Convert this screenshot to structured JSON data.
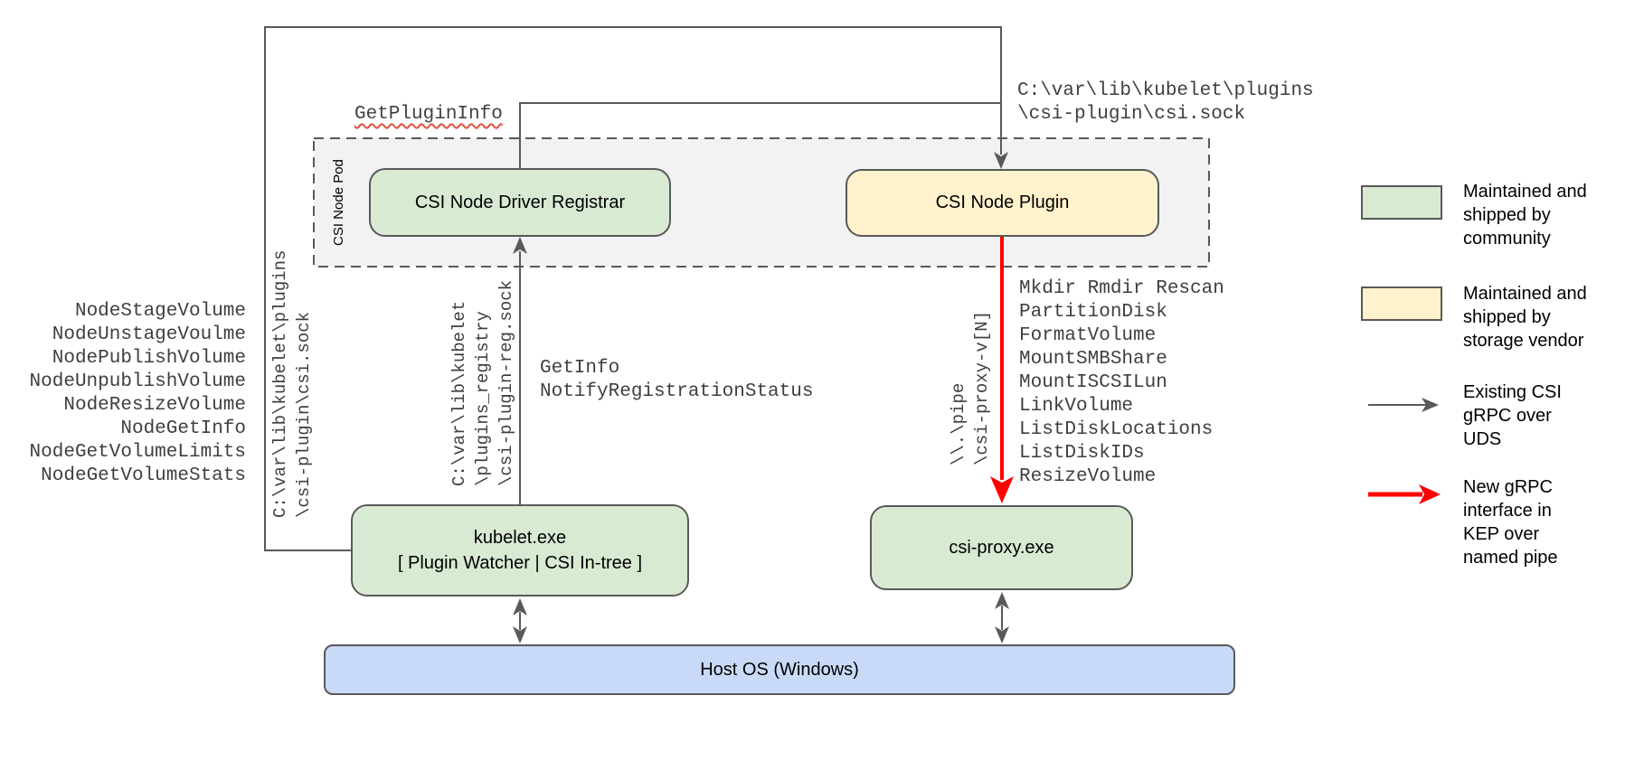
{
  "colors": {
    "community_green": "#d9ead3",
    "vendor_yellow": "#fff2cc",
    "host_blue": "#c9daf8",
    "pod_gray": "#f2f2f2",
    "line_gray": "#595959",
    "arrow_red": "#ff0000",
    "squiggle_red": "#e25041"
  },
  "pod": {
    "label": "CSI Node Pod"
  },
  "nodes": {
    "registrar": {
      "label": "CSI Node Driver Registrar"
    },
    "plugin": {
      "label": "CSI Node Plugin"
    },
    "kubelet": {
      "lines": [
        "kubelet.exe",
        "[ Plugin Watcher | CSI In-tree ]"
      ]
    },
    "csi_proxy": {
      "label": "csi-proxy.exe"
    },
    "host_os": {
      "label": "Host OS (Windows)"
    }
  },
  "labels": {
    "get_plugin_info": "GetPluginInfo",
    "csi_sock_path": [
      "C:\\var\\lib\\kubelet\\plugins",
      "\\csi-plugin\\csi.sock"
    ],
    "csi_sock_path_vertical": [
      "C:\\var\\lib\\kubelet\\plugins",
      "\\csi-plugin\\csi.sock"
    ],
    "registration_sock_vertical": [
      "C:\\var\\lib\\kubelet",
      "\\plugins_registry",
      "\\csi-plugin-reg.sock"
    ],
    "named_pipe_vertical": [
      "\\\\.\\pipe",
      "\\csi-proxy-v[N]"
    ],
    "registration_calls": [
      "GetInfo",
      "NotifyRegistrationStatus"
    ]
  },
  "node_methods": [
    "NodeStageVolume",
    "NodeUnstageVoulme",
    "NodePublishVolume",
    "NodeUnpublishVolume",
    "NodeResizeVolume",
    "NodeGetInfo",
    "NodeGetVolumeLimits",
    "NodeGetVolumeStats"
  ],
  "proxy_methods": [
    "Mkdir Rmdir Rescan",
    "PartitionDisk",
    "FormatVolume",
    "MountSMBShare",
    "MountISCSILun",
    "LinkVolume",
    "ListDiskLocations",
    "ListDiskIDs",
    "ResizeVolume"
  ],
  "legend": {
    "community": [
      "Maintained and",
      "shipped by",
      "community"
    ],
    "vendor": [
      "Maintained and",
      "shipped by",
      "storage vendor"
    ],
    "uds": [
      "Existing CSI",
      "gRPC over",
      "UDS"
    ],
    "pipe": [
      "New gRPC",
      "interface in",
      "KEP over",
      "named pipe"
    ]
  }
}
